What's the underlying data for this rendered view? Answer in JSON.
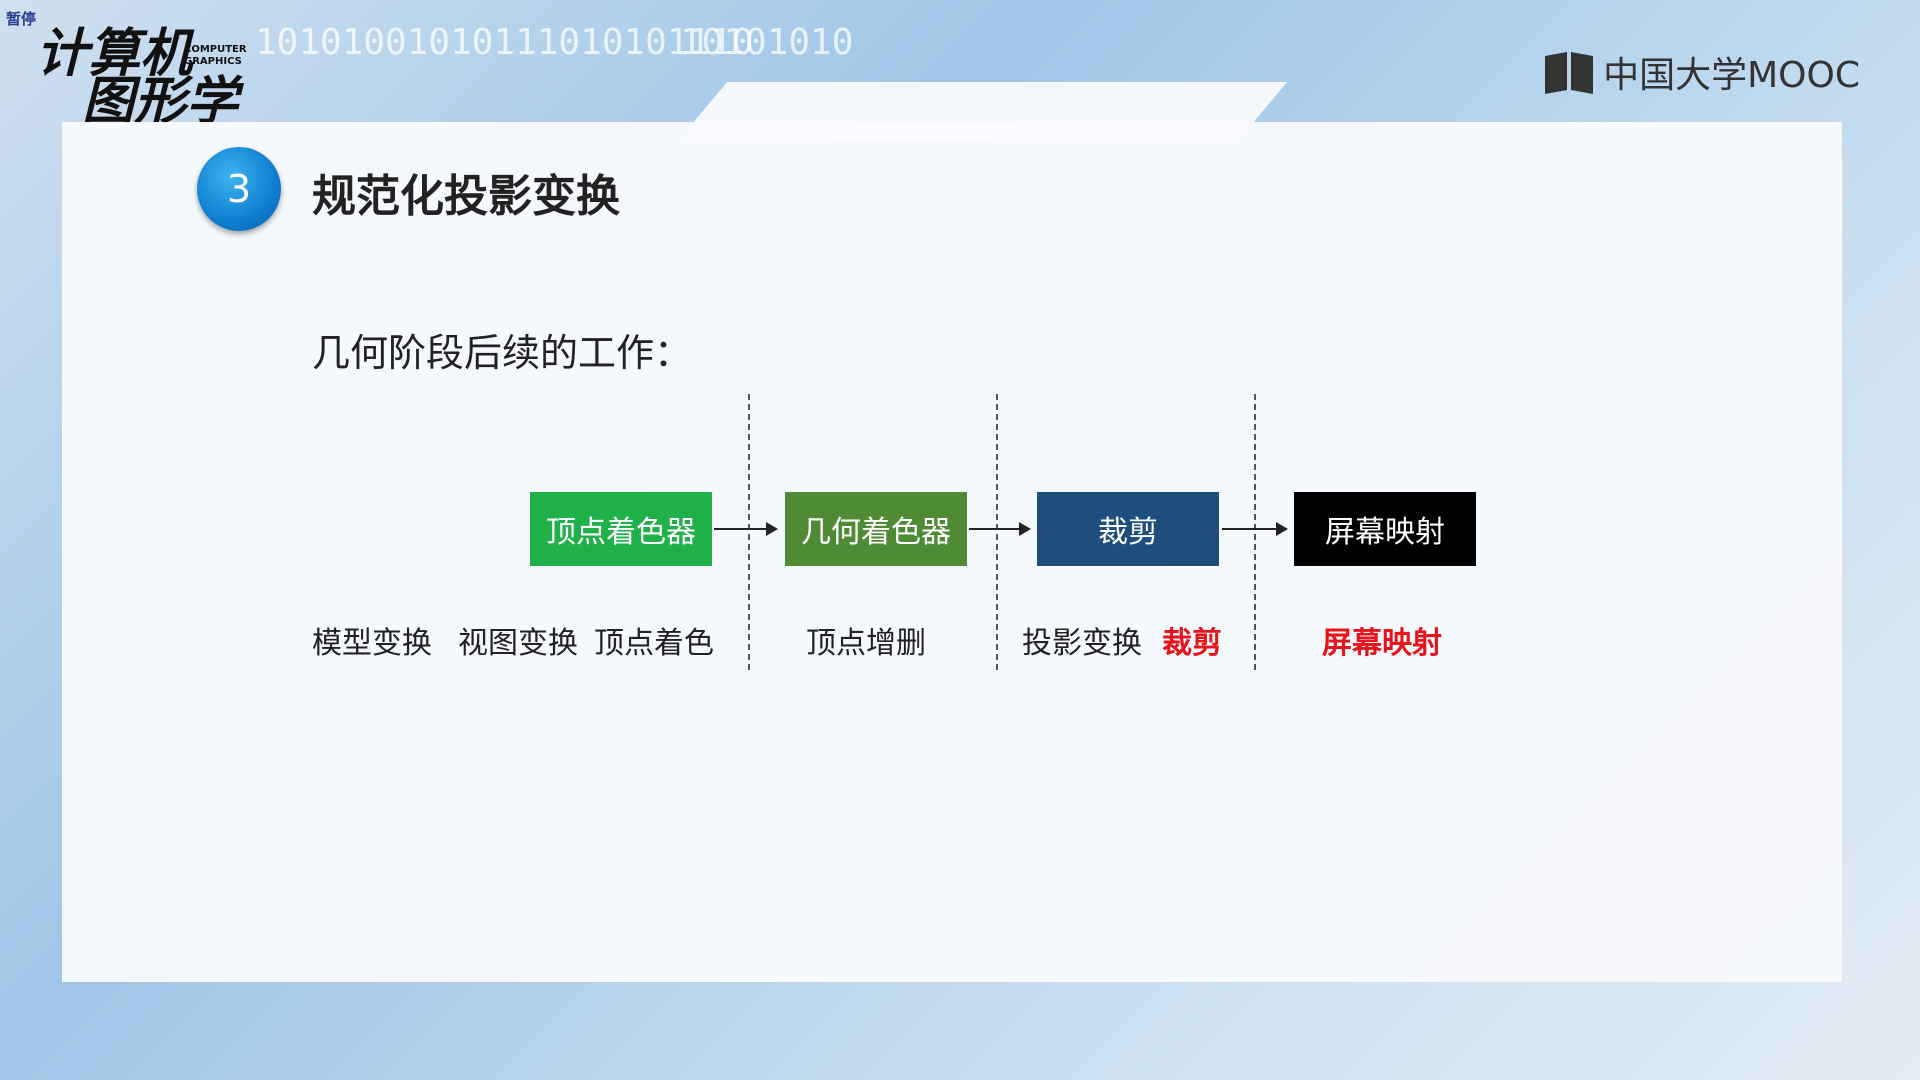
{
  "status_badge": "暂停",
  "logo": {
    "line1": "计算机",
    "line2": "图形学",
    "en1": "COMPUTER",
    "en2": "GRAPHICS"
  },
  "binary_strings": [
    "10101001010111010101110",
    "10101010"
  ],
  "mooc_label": "中国大学MOOC",
  "section": {
    "number": "3",
    "title": "规范化投影变换"
  },
  "intro": "几何阶段后续的工作：",
  "stages": [
    {
      "label": "顶点着色器",
      "color": "#1fb04a"
    },
    {
      "label": "几何着色器",
      "color": "#4f8a35"
    },
    {
      "label": "裁剪",
      "color": "#1f4e7c"
    },
    {
      "label": "屏幕映射",
      "color": "#000000"
    }
  ],
  "sub_labels": [
    {
      "text": "模型变换",
      "highlight": false
    },
    {
      "text": "视图变换",
      "highlight": false
    },
    {
      "text": "顶点着色",
      "highlight": false
    },
    {
      "text": "顶点增删",
      "highlight": false
    },
    {
      "text": "投影变换",
      "highlight": false
    },
    {
      "text": "裁剪",
      "highlight": true
    },
    {
      "text": "屏幕映射",
      "highlight": true
    }
  ],
  "colors": {
    "highlight": "#e8141b",
    "badge_blue": "#0e7fd0"
  }
}
